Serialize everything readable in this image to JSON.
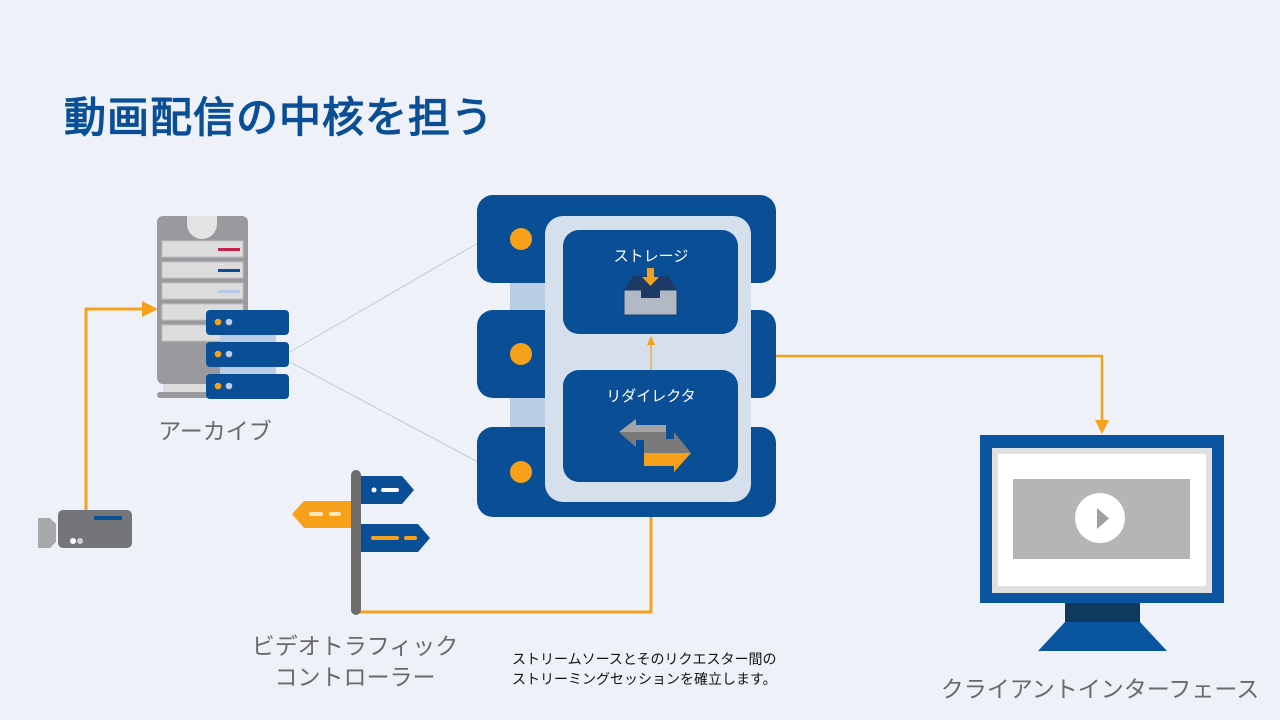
{
  "title": "動画配信の中核を担う",
  "nodes": {
    "archive": {
      "label": "アーカイブ"
    },
    "storage": {
      "label": "ストレージ"
    },
    "redirector": {
      "label": "リダイレクタ"
    },
    "traffic_controller": {
      "label_line1": "ビデオトラフィック",
      "label_line2": "コントローラー"
    },
    "client_interface": {
      "label": "クライアントインターフェース"
    }
  },
  "caption": {
    "line1": "ストリームソースとそのリクエスター間の",
    "line2": "ストリーミングセッションを確立します。"
  },
  "colors": {
    "background": "#eef2f8",
    "primary_blue": "#0a4f96",
    "accent_orange": "#f7a11a",
    "light_panel": "#d5e0ec",
    "gray": "#8c8c90",
    "label_gray": "#6a6a6a"
  },
  "icons": [
    "video-camera-icon",
    "archive-server-icon",
    "server-stack-icon",
    "storage-inbox-icon",
    "swap-arrows-icon",
    "signpost-icon",
    "monitor-play-icon"
  ]
}
